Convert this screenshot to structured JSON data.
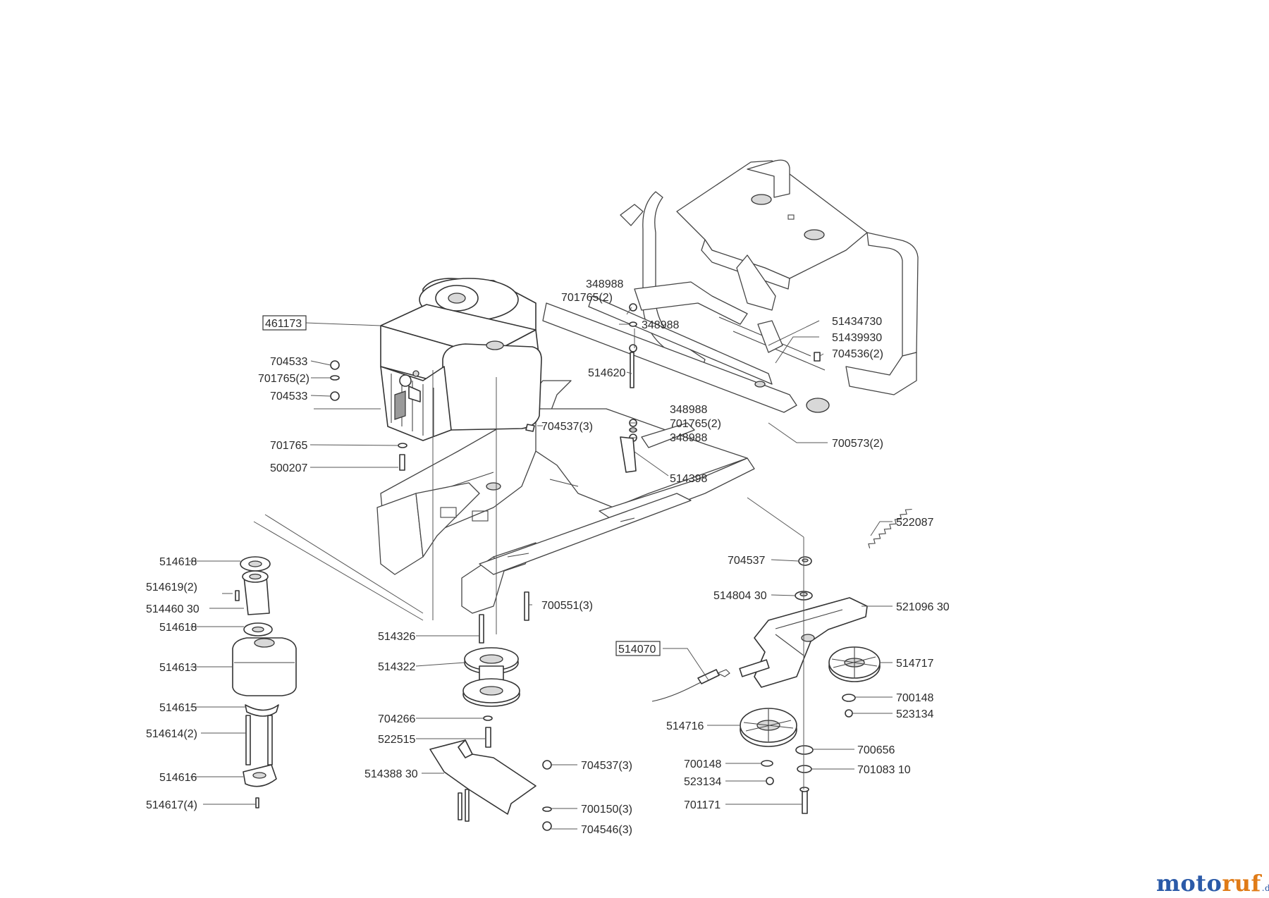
{
  "labels": {
    "l461173": "461173",
    "l704533a": "704533",
    "l701765_2a": "701765(2)",
    "l704533b": "704533",
    "l701765": "701765",
    "l500207": "500207",
    "l348988a": "348988",
    "l701765_2b": "701765(2)",
    "l348988b": "348988",
    "l514620": "514620",
    "l704537_3a": "704537(3)",
    "l348988c": "348988",
    "l701765_2c": "701765(2)",
    "l348988d": "348988",
    "l514398": "514398",
    "l51434730": "51434730",
    "l51439930": "51439930",
    "l704536_2": "704536(2)",
    "l700573_2": "700573(2)",
    "l514618a": "514618",
    "l514619_2": "514619(2)",
    "l51446030": "514460 30",
    "l514618b": "514618",
    "l514613": "514613",
    "l514615": "514615",
    "l514614_2": "514614(2)",
    "l514616": "514616",
    "l514617_4": "514617(4)",
    "l700551_3": "700551(3)",
    "l514326": "514326",
    "l514322": "514322",
    "l704266": "704266",
    "l522515": "522515",
    "l51438830": "514388 30",
    "l704537_3b": "704537(3)",
    "l700150_3": "700150(3)",
    "l704546_3": "704546(3)",
    "l522087": "522087",
    "l704537": "704537",
    "l51480430": "514804 30",
    "l52109630": "521096 30",
    "l514070": "514070",
    "l514717": "514717",
    "l700148a": "700148",
    "l523134a": "523134",
    "l514716": "514716",
    "l700656": "700656",
    "l700148b": "700148",
    "l70108310": "701083 10",
    "l523134b": "523134",
    "l701171": "701171"
  },
  "logo": {
    "main": "moto",
    "accent": "ruf",
    "suffix": ".de"
  },
  "colors": {
    "logo_blue": "#2b5aa8",
    "logo_orange": "#e07b17"
  }
}
